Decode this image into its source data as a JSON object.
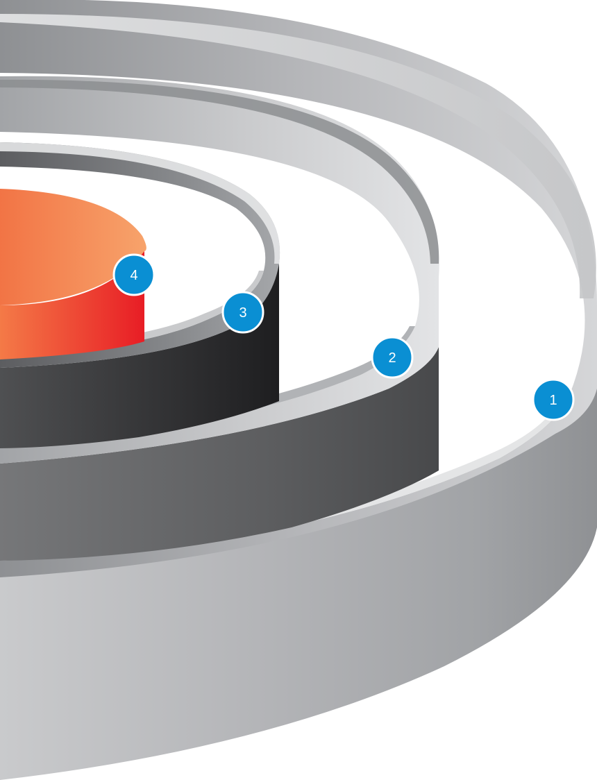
{
  "diagram": {
    "rings": [
      {
        "label": "1",
        "color": "#aeb0b3"
      },
      {
        "label": "2",
        "color": "#4e4e50"
      },
      {
        "label": "3",
        "color": "#262628"
      },
      {
        "label": "4",
        "color": "#ee2a24"
      }
    ],
    "badge_color": "#0a8fd3"
  }
}
